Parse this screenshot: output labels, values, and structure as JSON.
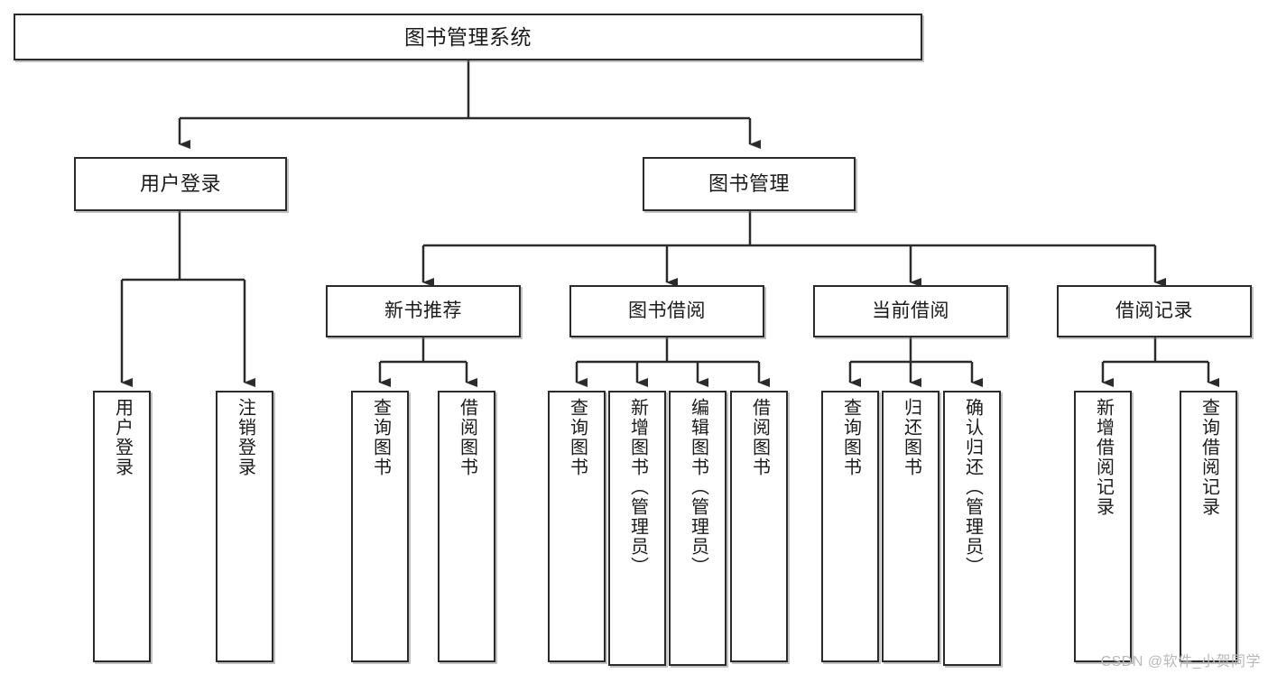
{
  "diagram": {
    "type": "tree",
    "title": "图书管理系统",
    "watermark": "CSDN @软件_小贺同学",
    "colors": {
      "stroke": "#2b2b2b",
      "fill": "#ffffff",
      "text": "#1b1b1b",
      "watermark": "#b9b9b9"
    },
    "nodes": {
      "root": {
        "label": "图书管理系统"
      },
      "level1": [
        {
          "label": "用户登录"
        },
        {
          "label": "图书管理"
        }
      ],
      "level2": [
        {
          "label": "新书推荐"
        },
        {
          "label": "图书借阅"
        },
        {
          "label": "当前借阅"
        },
        {
          "label": "借阅记录"
        }
      ],
      "leaves": {
        "user_login": [
          {
            "label": "用户登录"
          },
          {
            "label": "注销登录"
          }
        ],
        "new_book": [
          {
            "label": "查询图书"
          },
          {
            "label": "借阅图书"
          }
        ],
        "book_borrow": [
          {
            "label": "查询图书"
          },
          {
            "label": "新增图书（管理员）"
          },
          {
            "label": "编辑图书（管理员）"
          },
          {
            "label": "借阅图书"
          }
        ],
        "current_borrow": [
          {
            "label": "查询图书"
          },
          {
            "label": "归还图书"
          },
          {
            "label": "确认归还（管理员）"
          }
        ],
        "borrow_record": [
          {
            "label": "新增借阅记录"
          },
          {
            "label": "查询借阅记录"
          }
        ]
      }
    },
    "edges": [
      {
        "from": "图书管理系统",
        "to": "用户登录"
      },
      {
        "from": "图书管理系统",
        "to": "图书管理"
      },
      {
        "from": "用户登录",
        "to": "用户登录"
      },
      {
        "from": "用户登录",
        "to": "注销登录"
      },
      {
        "from": "图书管理",
        "to": "新书推荐"
      },
      {
        "from": "图书管理",
        "to": "图书借阅"
      },
      {
        "from": "图书管理",
        "to": "当前借阅"
      },
      {
        "from": "图书管理",
        "to": "借阅记录"
      },
      {
        "from": "新书推荐",
        "to": "查询图书"
      },
      {
        "from": "新书推荐",
        "to": "借阅图书"
      },
      {
        "from": "图书借阅",
        "to": "查询图书"
      },
      {
        "from": "图书借阅",
        "to": "新增图书（管理员）"
      },
      {
        "from": "图书借阅",
        "to": "编辑图书（管理员）"
      },
      {
        "from": "图书借阅",
        "to": "借阅图书"
      },
      {
        "from": "当前借阅",
        "to": "查询图书"
      },
      {
        "from": "当前借阅",
        "to": "归还图书"
      },
      {
        "from": "当前借阅",
        "to": "确认归还（管理员）"
      },
      {
        "from": "借阅记录",
        "to": "新增借阅记录"
      },
      {
        "from": "借阅记录",
        "to": "查询借阅记录"
      }
    ]
  }
}
